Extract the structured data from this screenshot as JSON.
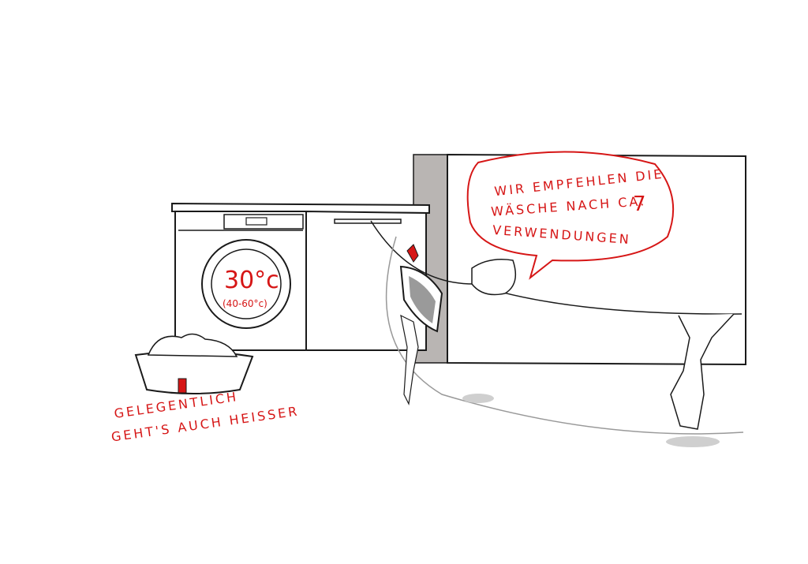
{
  "speech_bubble": {
    "line1": "WIR EMPFEHLEN DIE",
    "line2": "WÄSCHE NACH CA.",
    "line2_number": "7",
    "line3": "VERWENDUNGEN"
  },
  "washer_display": {
    "temperature": "30°c",
    "range": "(40-60°c)"
  },
  "caption": {
    "line1": "GELEGENTLICH",
    "line2": "GEHT'S AUCH HEISSER"
  },
  "colors": {
    "accent_red": "#d61616",
    "wall_gray": "#b9b5b3",
    "line_black": "#1a1a1a",
    "shadow_gray": "#cfcfcf"
  }
}
